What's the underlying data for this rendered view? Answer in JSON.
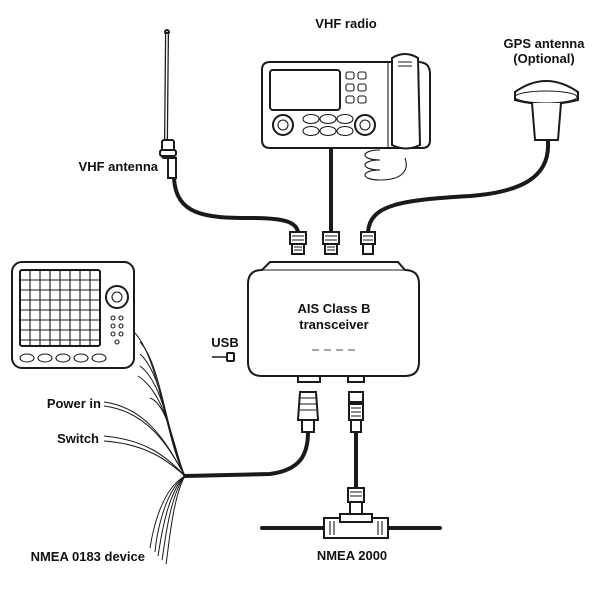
{
  "labels": {
    "vhf_radio": "VHF radio",
    "gps_antenna_line1": "GPS antenna",
    "gps_antenna_line2": "(Optional)",
    "vhf_antenna": "VHF antenna",
    "transceiver_line1": "AIS Class B",
    "transceiver_line2": "transceiver",
    "usb": "USB",
    "power_in": "Power in",
    "switch": "Switch",
    "nmea0183": "NMEA 0183 device",
    "nmea2000": "NMEA 2000"
  },
  "colors": {
    "line": "#1a1a1a",
    "fill": "#ffffff"
  }
}
